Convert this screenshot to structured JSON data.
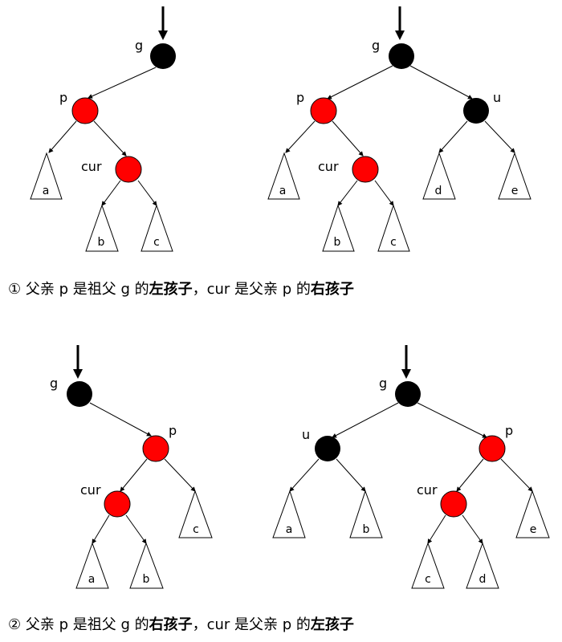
{
  "colors": {
    "red_node": "#ff0000",
    "black_node": "#000000"
  },
  "case1": {
    "left": {
      "g": "g",
      "p": "p",
      "cur": "cur",
      "a": "a",
      "b": "b",
      "c": "c"
    },
    "right": {
      "g": "g",
      "p": "p",
      "u": "u",
      "cur": "cur",
      "a": "a",
      "b": "b",
      "c": "c",
      "d": "d",
      "e": "e"
    },
    "caption": {
      "num": "①",
      "t1": " 父亲 p 是祖父 g 的",
      "b1": "左孩子",
      "t2": "，cur 是父亲 p 的",
      "b2": "右孩子"
    }
  },
  "case2": {
    "left": {
      "g": "g",
      "p": "p",
      "cur": "cur",
      "a": "a",
      "b": "b",
      "c": "c"
    },
    "right": {
      "g": "g",
      "p": "p",
      "u": "u",
      "cur": "cur",
      "a": "a",
      "b": "b",
      "c": "c",
      "d": "d",
      "e": "e"
    },
    "caption": {
      "num": "②",
      "t1": " 父亲 p 是祖父 g 的",
      "b1": "右孩子",
      "t2": "，cur 是父亲 p 的",
      "b2": "左孩子"
    }
  }
}
